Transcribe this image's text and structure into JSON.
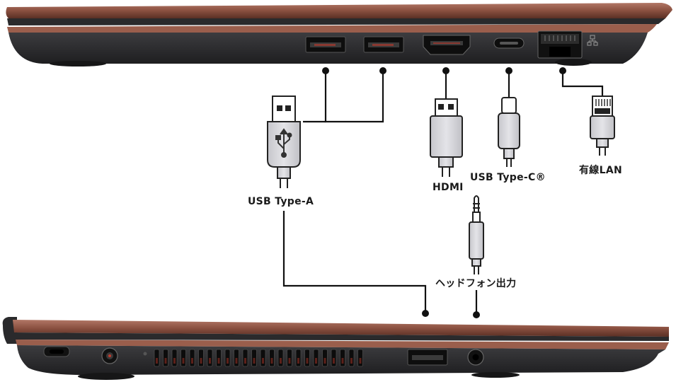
{
  "labels": {
    "usb_type_a": "USB Type-A",
    "hdmi": "HDMI",
    "usb_type_c": "USB Type-C®",
    "wired_lan": "有線LAN",
    "headphone_out": "ヘッドフォン出力"
  },
  "colors": {
    "chassis_copper": "#8a5040",
    "chassis_dark": "#2b2b2d",
    "port_interior": "#0e0e0e",
    "connector_fill": "#d4d4d8",
    "line": "#111111",
    "accent_red": "#c0392b"
  },
  "icons": {
    "usb_connector": "usb-symbol-icon",
    "lan_connector": "rj45-plug-icon"
  }
}
